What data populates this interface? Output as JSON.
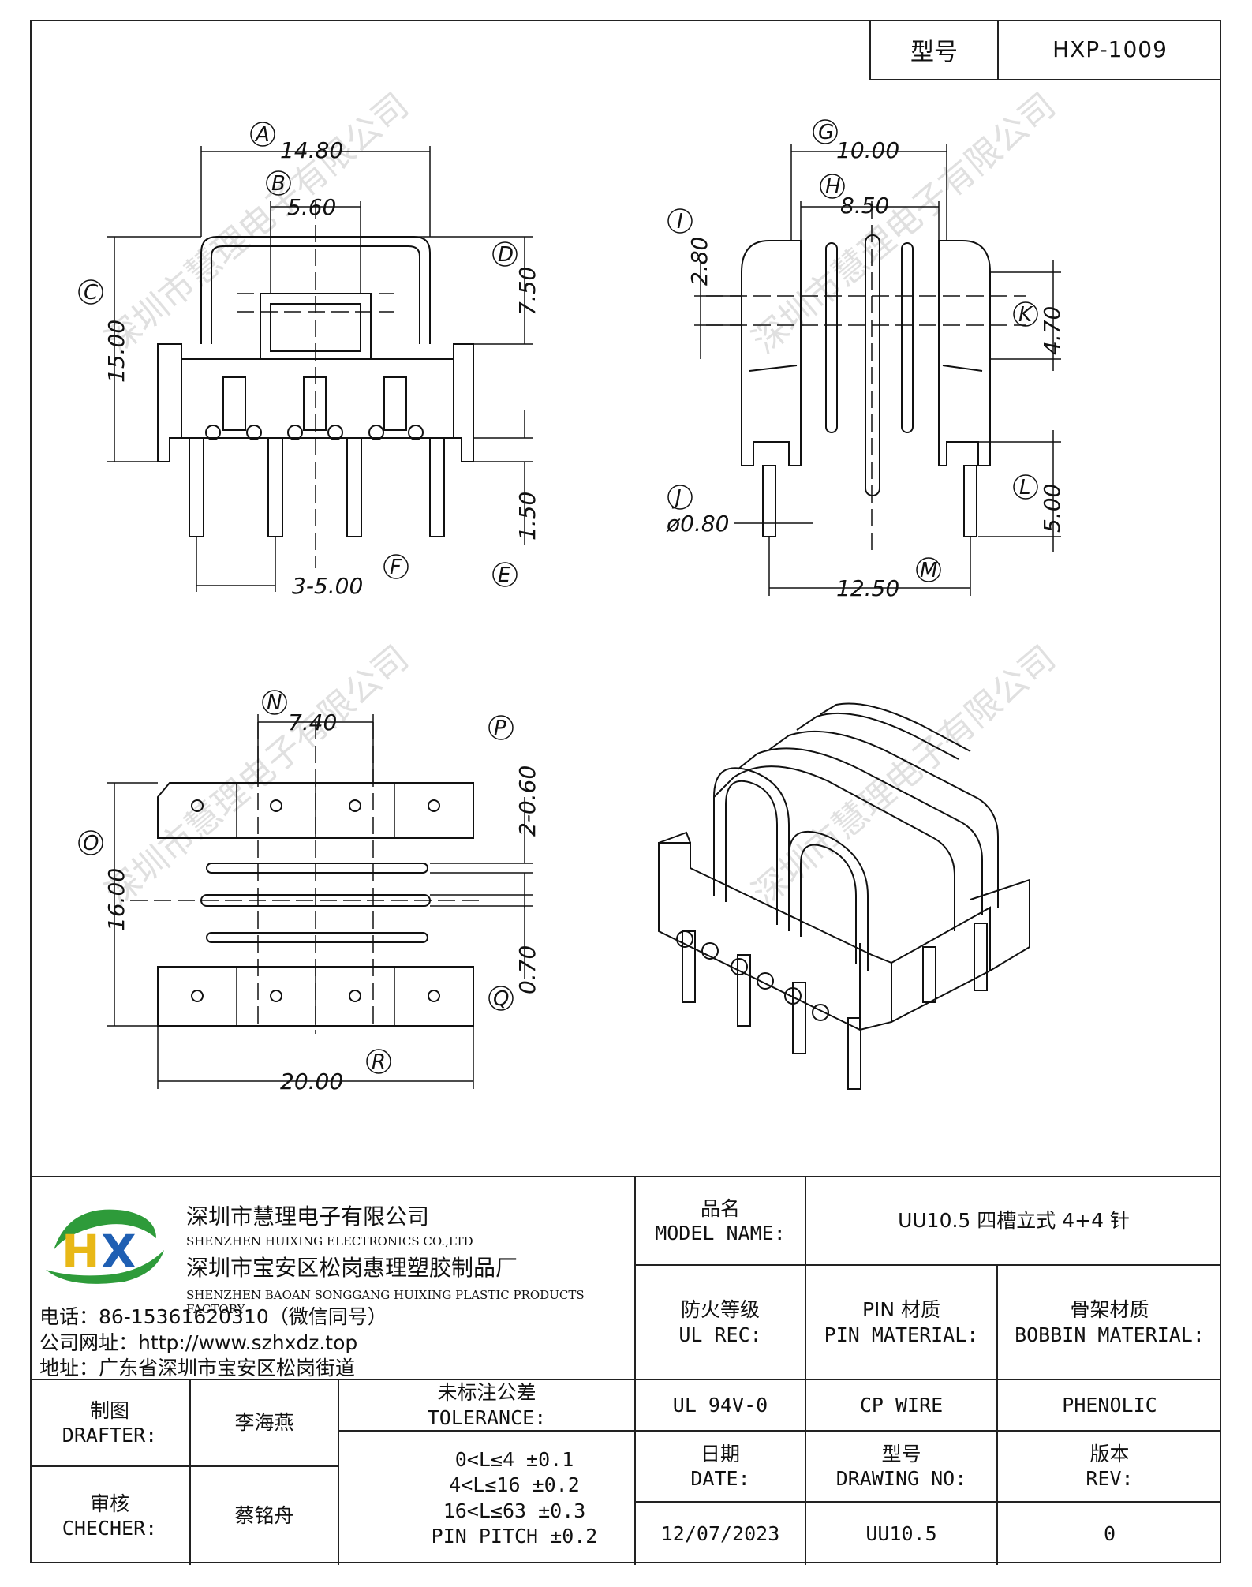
{
  "header": {
    "model_label": "型号",
    "model_value": "HXP-1009"
  },
  "dimensions": {
    "A": "14.80",
    "B": "5.60",
    "C": "15.00",
    "D": "7.50",
    "E": "1.50",
    "F": "3-5.00",
    "G": "10.00",
    "H": "8.50",
    "I": "2.80",
    "J": "ø0.80",
    "K": "4.70",
    "L": "5.00",
    "M": "12.50",
    "N": "7.40",
    "O": "16.00",
    "P": "2-0.60",
    "Q": "0.70",
    "R": "20.00"
  },
  "watermark": "深圳市慧理电子有限公司",
  "company": {
    "name_cn": "深圳市慧理电子有限公司",
    "name_en": "SHENZHEN HUIXING ELECTRONICS CO.,LTD",
    "factory_cn": "深圳市宝安区松岗惠理塑胶制品厂",
    "factory_en": "SHENZHEN BAOAN SONGGANG HUIXING PLASTIC PRODUCTS FACTORY",
    "phone": "电话：86-15361620310（微信同号）",
    "website": "公司网址：http://www.szhxdz.top",
    "address": "地址：广东省深圳市宝安区松岗街道"
  },
  "title_block": {
    "model_name_cn": "品名",
    "model_name_en": "MODEL NAME:",
    "model_name_value": "UU10.5 四槽立式 4+4 针",
    "ul_cn": "防火等级",
    "ul_en": "UL REC:",
    "ul_value": "UL 94V-0",
    "pin_cn": "PIN 材质",
    "pin_en": "PIN MATERIAL:",
    "pin_value": "CP WIRE",
    "bobbin_cn": "骨架材质",
    "bobbin_en": "BOBBIN MATERIAL:",
    "bobbin_value": "PHENOLIC",
    "drafter_cn": "制图",
    "drafter_en": "DRAFTER:",
    "drafter_value": "李海燕",
    "checker_cn": "审核",
    "checker_en": "CHECHER:",
    "checker_value": "蔡铭舟",
    "tolerance_cn": "未标注公差",
    "tolerance_en": "TOLERANCE:",
    "tolerance_lines": [
      "0<L≤4  ±0.1",
      "4<L≤16 ±0.2",
      "16<L≤63 ±0.3",
      "PIN PITCH ±0.2"
    ],
    "date_cn": "日期",
    "date_en": "DATE:",
    "date_value": "12/07/2023",
    "drawing_cn": "型号",
    "drawing_en": "DRAWING NO:",
    "drawing_value": "UU10.5",
    "rev_cn": "版本",
    "rev_en": "REV:",
    "rev_value": "0"
  },
  "logo": {
    "letters": "HX",
    "colors": {
      "green": "#2e9b3a",
      "yellow": "#e8b817",
      "blue": "#1f5fb3"
    }
  }
}
